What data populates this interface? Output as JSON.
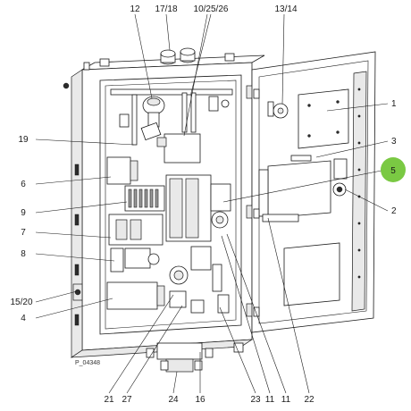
{
  "reference_code": "P_04348",
  "highlight_color": "#7ac943",
  "callouts": {
    "c12": "12",
    "c17_18": "17/18",
    "c10_25_26": "10/25/26",
    "c13_14": "13/14",
    "c1": "1",
    "c3": "3",
    "c5": "5",
    "c2": "2",
    "c19": "19",
    "c6": "6",
    "c9": "9",
    "c7": "7",
    "c8": "8",
    "c15_20": "15/20",
    "c4": "4",
    "c21": "21",
    "c27": "27",
    "c24": "24",
    "c16": "16",
    "c23": "23",
    "c11a": "11",
    "c11b": "11",
    "c22": "22"
  }
}
